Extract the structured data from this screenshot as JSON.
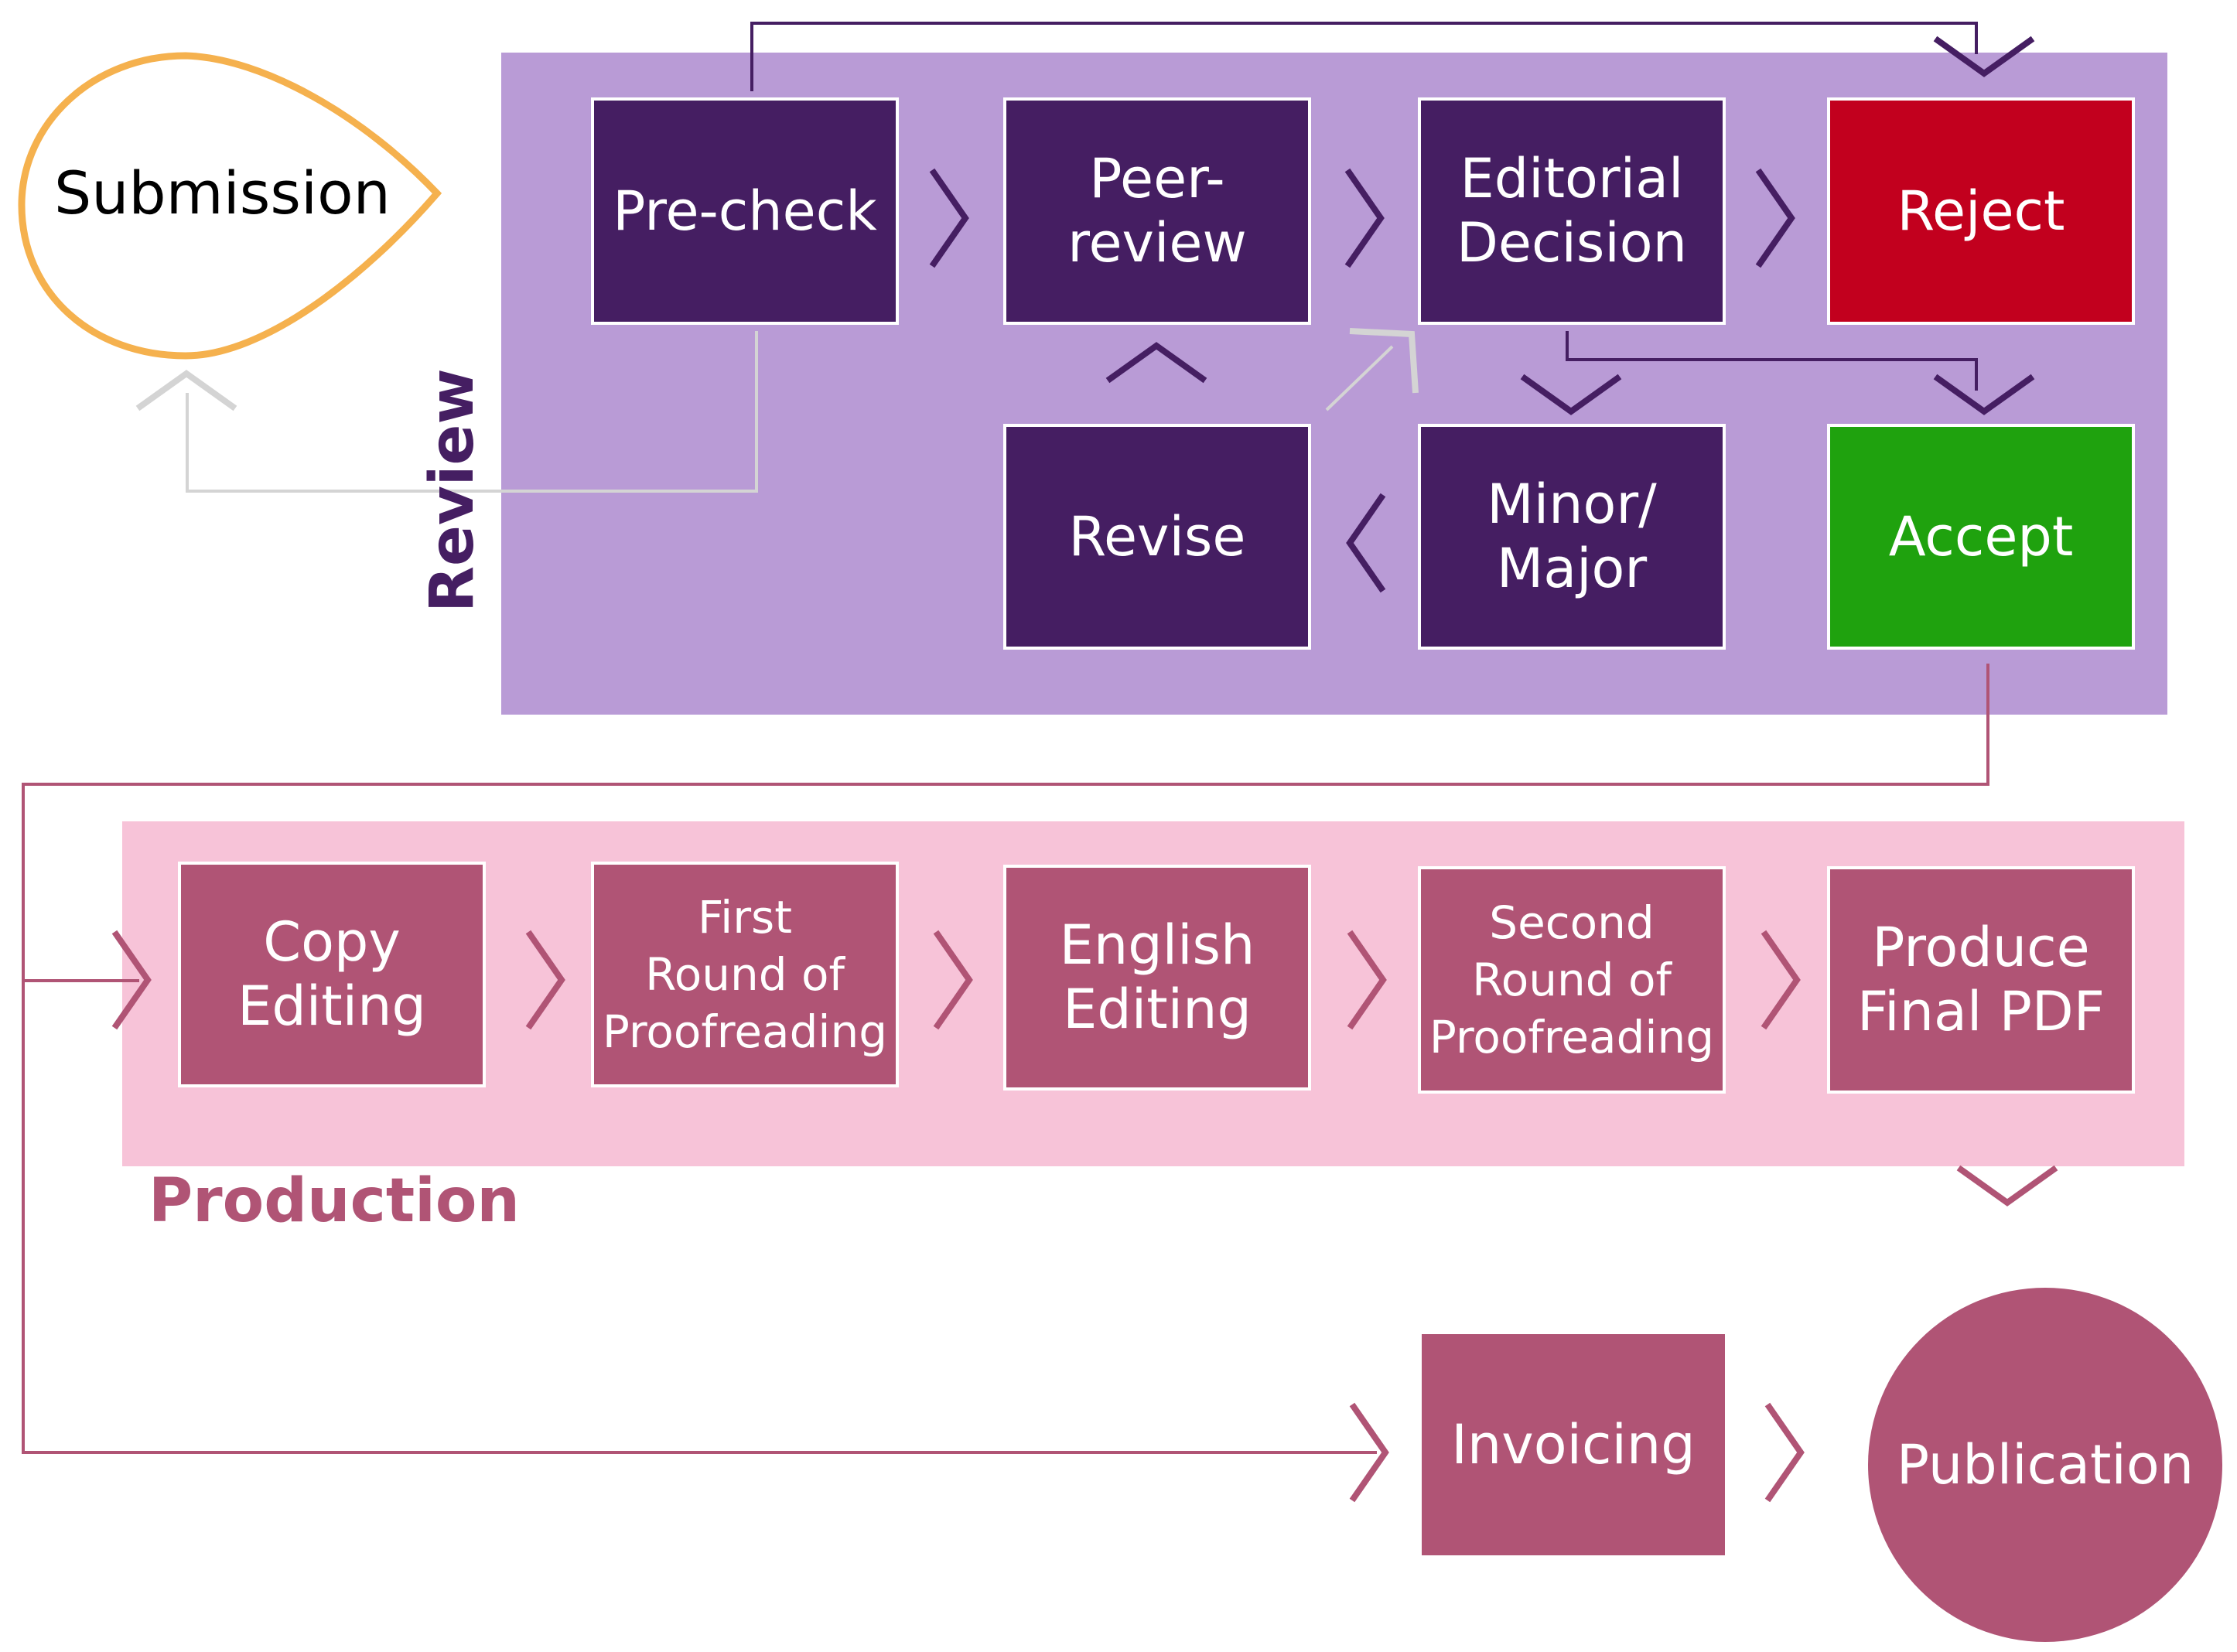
{
  "colors": {
    "review_panel": "#b99bd6",
    "review_node": "#451e62",
    "production_panel": "#f7c3d8",
    "production_node": "#b05475",
    "reject": "#c2001e",
    "accept": "#1fa20e",
    "submission_outline": "#f5b14e",
    "return_line": "#d4d4d4"
  },
  "labels": {
    "review": "Review",
    "production": "Production"
  },
  "nodes": {
    "submission": "Submission",
    "precheck": "Pre-check",
    "peer_review": "Peer-review",
    "editorial_decision": "Editorial\nDecision",
    "reject": "Reject",
    "accept": "Accept",
    "minor_major": "Minor/\nMajor",
    "revise": "Revise",
    "copy_editing": "Copy\nEditing",
    "first_proof": "First\nRound of\nProofreading",
    "english_editing": "English\nEditing",
    "second_proof": "Second\nRound of\nProofreading",
    "final_pdf": "Produce\nFinal PDF",
    "invoicing": "Invoicing",
    "publication": "Publication"
  },
  "icons": {
    "flow_arrow": "chevron-right-icon",
    "up_arrow": "chevron-up-icon",
    "down_arrow": "chevron-down-icon",
    "left_arrow": "chevron-left-icon"
  }
}
